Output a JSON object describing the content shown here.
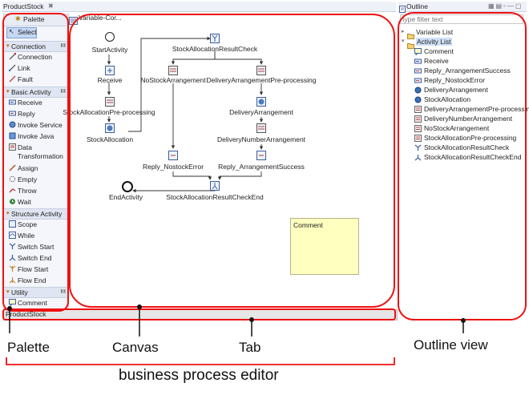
{
  "editor_tab": {
    "title": "ProductStock",
    "close": "✖"
  },
  "palette": {
    "header": "Palette",
    "select": "Select",
    "sections": [
      {
        "name": "Connection",
        "items": [
          "Connection",
          "Link",
          "Fault"
        ]
      },
      {
        "name": "Basic Activity",
        "items": [
          "Receive",
          "Reply",
          "Invoke Service",
          "Invoke Java",
          "Data Transformation",
          "Assign",
          "Empty",
          "Throw",
          "Wait"
        ]
      },
      {
        "name": "Structure Activity",
        "items": [
          "Scope",
          "While",
          "Switch Start",
          "Switch End",
          "Flow Start",
          "Flow End"
        ]
      },
      {
        "name": "Utility",
        "items": [
          "Comment"
        ]
      }
    ]
  },
  "canvas": {
    "variable_tab": "Variable-Cor...",
    "nodes": {
      "start": "StartActivity",
      "receive": "Receive",
      "pre": "StockAllocationPre-processing",
      "alloc": "StockAllocation",
      "check": "StockAllocationResultCheck",
      "nostock": "NoStockArrangement",
      "delivpre": "DeliveryArrangementPre-processing",
      "deliv": "DeliveryArrangement",
      "delivnum": "DeliveryNumberArrangement",
      "replyno": "Reply_NostockError",
      "replysuccess": "Reply_ArrangementSuccess",
      "checkend": "StockAllocationResultCheckEnd",
      "end": "EndActivity"
    },
    "comment": "Comment"
  },
  "bottom_tab": "ProductStock",
  "outline": {
    "title": "Outline",
    "filter_placeholder": "type filter text",
    "variable_list": "Variable List",
    "activity_list": "Activity List",
    "activities": [
      {
        "name": "Comment",
        "icon": "comment-icon"
      },
      {
        "name": "Receive",
        "icon": "receive-icon"
      },
      {
        "name": "Reply_ArrangementSuccess",
        "icon": "reply-icon"
      },
      {
        "name": "Reply_NostockError",
        "icon": "reply-icon"
      },
      {
        "name": "DeliveryArrangement",
        "icon": "invoke-icon"
      },
      {
        "name": "StockAllocation",
        "icon": "invoke-icon"
      },
      {
        "name": "DeliveryArrangementPre-processing",
        "icon": "transform-icon"
      },
      {
        "name": "DeliveryNumberArrangement",
        "icon": "transform-icon"
      },
      {
        "name": "NoStockArrangement",
        "icon": "transform-icon"
      },
      {
        "name": "StockAllocationPre-processing",
        "icon": "transform-icon"
      },
      {
        "name": "StockAllocationResultCheck",
        "icon": "switch-icon"
      },
      {
        "name": "StockAllocationResultCheckEnd",
        "icon": "switch-end-icon"
      }
    ]
  },
  "annotations": {
    "palette": "Palette",
    "canvas": "Canvas",
    "tab": "Tab",
    "outline": "Outline view",
    "editor": "business process editor"
  },
  "colors": {
    "highlight": "#ee1111",
    "comment_fill": "#ffffc0"
  }
}
